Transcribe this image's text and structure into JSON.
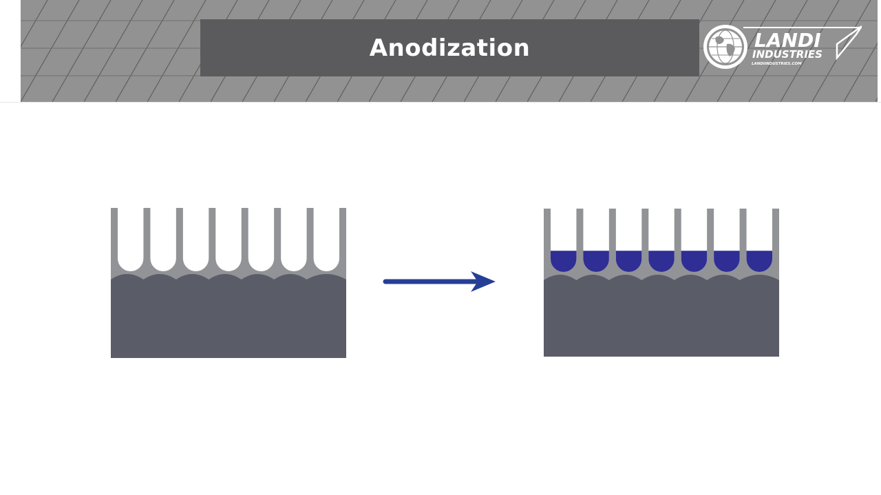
{
  "header": {
    "title": "Anodization"
  },
  "logo": {
    "name": "LANDI",
    "subname": "INDUSTRIES",
    "url": "LANDIINDUSTRIES.COM"
  },
  "colors": {
    "header_bg": "#929292",
    "title_bar": "#5b5b5d",
    "pore_wall": "#929396",
    "substrate": "#5a5c68",
    "dye_fill": "#2e2e94",
    "arrow": "#263f96"
  },
  "diagram": {
    "before": {
      "pores": 7,
      "filled": false
    },
    "after": {
      "pores": 7,
      "filled": true
    },
    "arrow": "arrow-right-icon"
  }
}
